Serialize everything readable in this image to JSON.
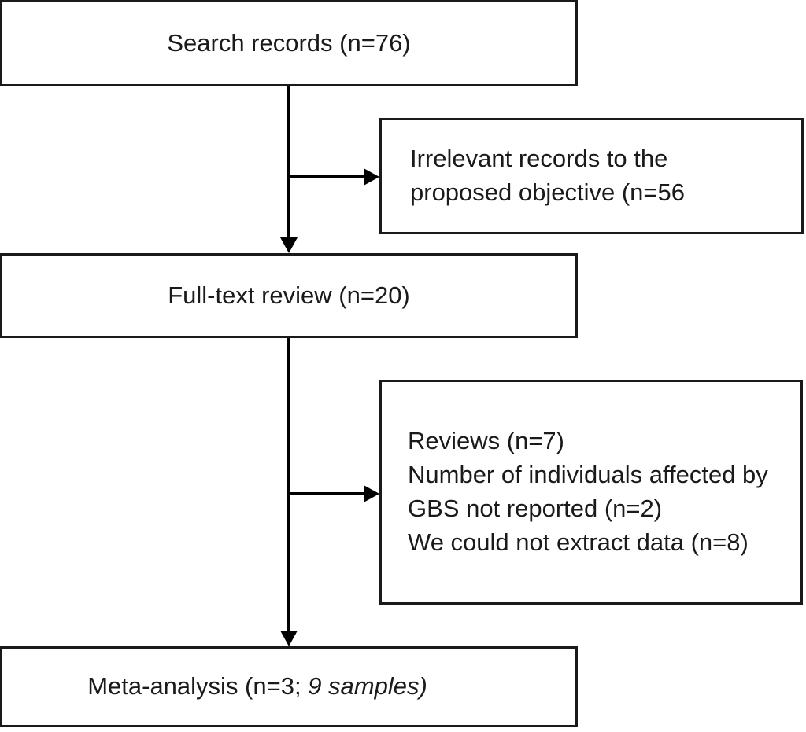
{
  "figure_type": "study-selection-flow-diagram",
  "colors": {
    "background": "#ffffff",
    "box_border": "#1a1a1a",
    "text": "#1a1a1a",
    "arrow": "#000000"
  },
  "nodes": {
    "search": {
      "label": "Search records (n=76)"
    },
    "irrelevant": {
      "lines": [
        "Irrelevant records to the",
        "proposed objective (n=56"
      ]
    },
    "fulltext": {
      "label": "Full-text review (n=20)"
    },
    "exclusions": {
      "lines": [
        "Reviews (n=7)",
        "Number of individuals affected by",
        "GBS not reported (n=2)",
        "We could not extract data (n=8)"
      ]
    },
    "meta": {
      "label_regular": "Meta-analysis (n=3; ",
      "label_italic": "9 samples)"
    }
  },
  "edges": [
    {
      "from": "search",
      "to": "fulltext",
      "type": "arrow-down"
    },
    {
      "from": "search",
      "to": "irrelevant",
      "type": "arrow-branch-right"
    },
    {
      "from": "fulltext",
      "to": "meta",
      "type": "arrow-down"
    },
    {
      "from": "fulltext",
      "to": "exclusions",
      "type": "arrow-branch-right"
    }
  ]
}
